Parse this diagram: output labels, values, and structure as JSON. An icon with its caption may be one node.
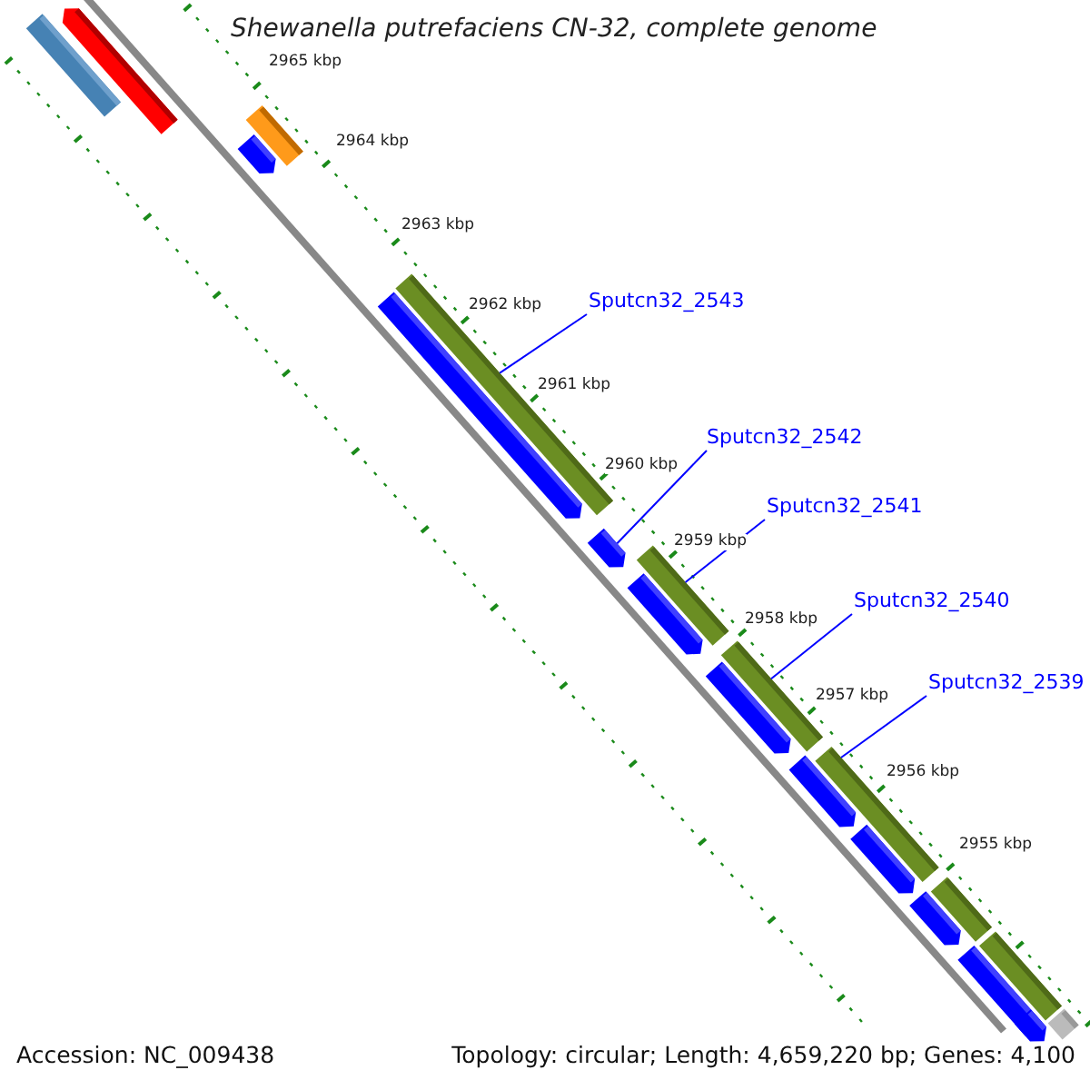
{
  "diagram": {
    "title": "Shewanella putrefaciens CN-32, complete genome",
    "nodes": [
      {
        "text": [
          "Sputcn32_2543"
        ]
      },
      {
        "text": [
          "Sputcn32_2542"
        ]
      },
      {
        "text": [
          "Sputcn32_2541"
        ]
      },
      {
        "text": [
          "Sputcn32_2540"
        ]
      },
      {
        "text": [
          "Sputcn32_2539"
        ]
      },
      {
        "text": [],
        "shape": "bar"
      },
      {
        "text": [],
        "shape": "pentagon"
      },
      {
        "text": [],
        "shape": "bar"
      },
      {
        "text": [],
        "shape": "pentagon"
      },
      {
        "text": [],
        "shape": "bar"
      },
      {
        "text": [],
        "shape": "pentagon"
      },
      {
        "text": [],
        "shape": "pentagon"
      },
      {
        "text": [],
        "shape": "bar"
      },
      {
        "text": [],
        "shape": "pentagon"
      },
      {
        "text": [],
        "shape": "bar"
      },
      {
        "text": [],
        "shape": "pentagon"
      },
      {
        "text": [],
        "shape": "bar"
      },
      {
        "text": [],
        "shape": "pentagon"
      },
      {
        "text": [],
        "shape": "pentagon"
      },
      {
        "text": [],
        "shape": "bar"
      },
      {
        "text": [],
        "shape": "pentagon"
      },
      {
        "text": [],
        "shape": "bar"
      },
      {
        "text": [],
        "shape": "pentagon"
      },
      {
        "text": [],
        "shape": "bar"
      },
      {
        "text": [],
        "shape": "pentagon"
      }
    ],
    "edges": [
      {
        "from": 0,
        "to": 9,
        "arrow": "none"
      },
      {
        "from": 1,
        "to": 11,
        "arrow": "none"
      },
      {
        "from": 2,
        "to": 12,
        "arrow": "none"
      },
      {
        "from": 3,
        "to": 14,
        "arrow": "none"
      },
      {
        "from": 4,
        "to": 16,
        "arrow": "none"
      }
    ],
    "labels": [
      "2965 kbp",
      "2964 kbp",
      "2963 kbp",
      "2962 kbp",
      "2961 kbp",
      "2960 kbp",
      "2959 kbp",
      "2958 kbp",
      "2957 kbp",
      "2956 kbp",
      "2955 kbp",
      "Accession: NC_009438",
      "Topology: circular; Length: 4,659,220 bp; Genes: 4,100"
    ]
  }
}
